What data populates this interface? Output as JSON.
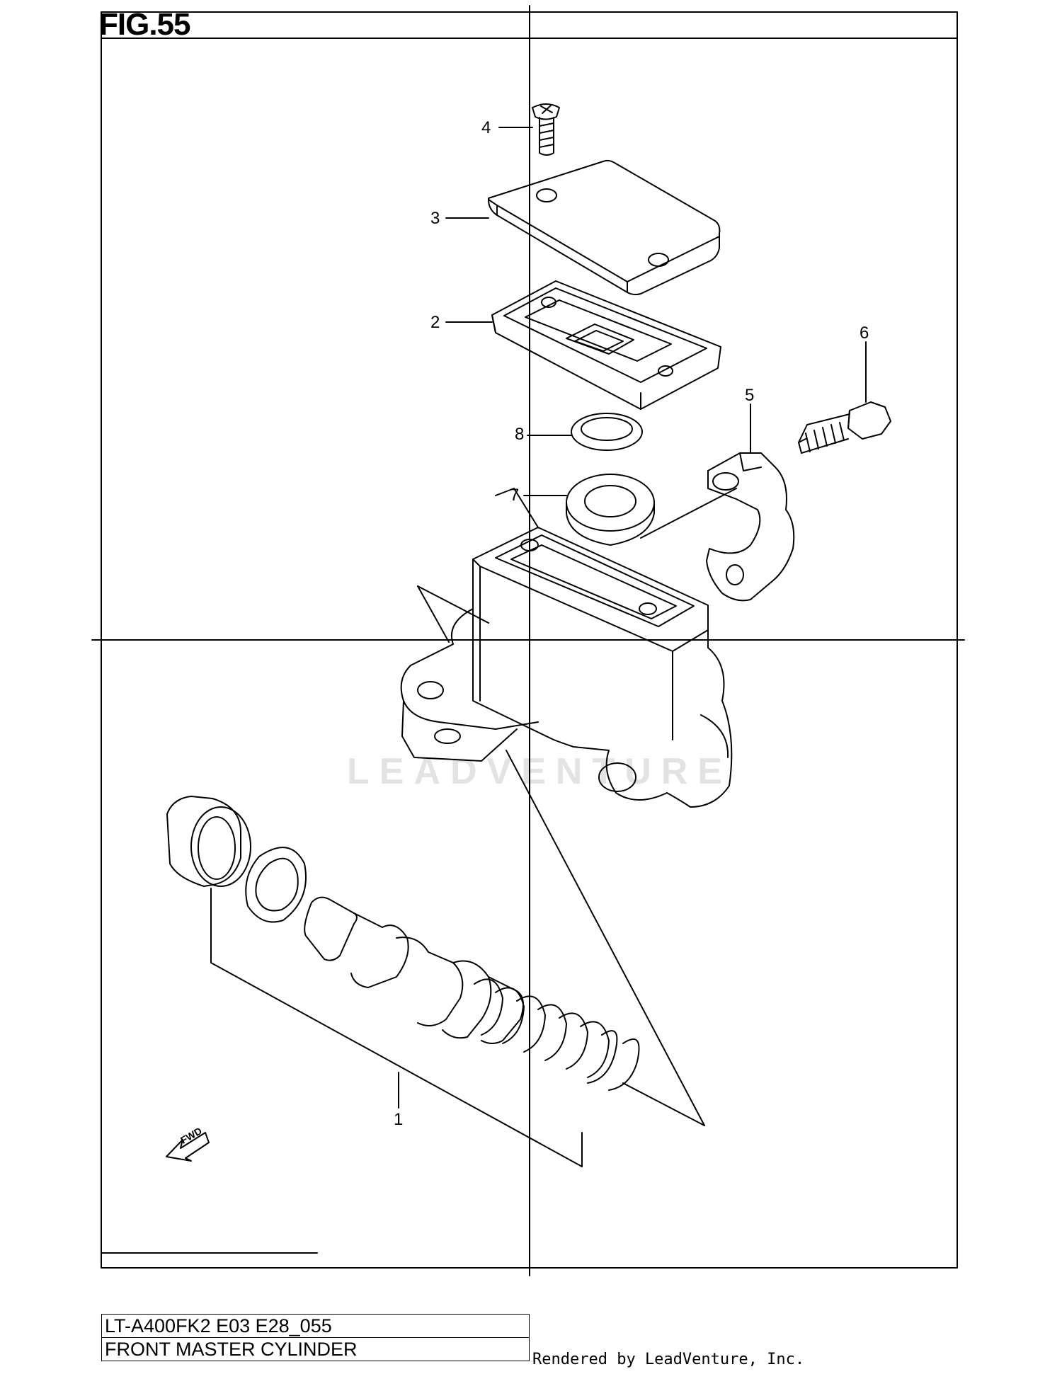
{
  "figure": {
    "title": "FIG.55"
  },
  "callouts": [
    {
      "id": "1",
      "label": "1"
    },
    {
      "id": "2",
      "label": "2"
    },
    {
      "id": "3",
      "label": "3"
    },
    {
      "id": "4",
      "label": "4"
    },
    {
      "id": "5",
      "label": "5"
    },
    {
      "id": "6",
      "label": "6"
    },
    {
      "id": "7",
      "label": "7"
    },
    {
      "id": "8",
      "label": "8"
    }
  ],
  "direction_marker": "FWD",
  "watermark": "LEADVENTURE",
  "footer": {
    "code": "LT-A400FK2 E03 E28_055",
    "name": "FRONT MASTER CYLINDER",
    "rendered_by": "Rendered by LeadVenture, Inc."
  },
  "colors": {
    "line": "#000000",
    "background": "#ffffff",
    "watermark": "#e3e3e3"
  }
}
